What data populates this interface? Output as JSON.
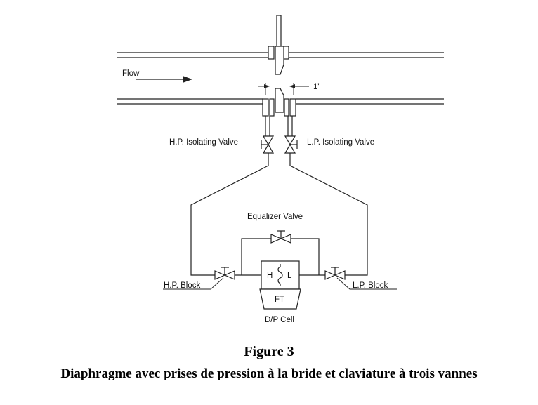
{
  "diagram": {
    "labels": {
      "flow": "Flow",
      "dimension": "1\"",
      "hp_isolating_valve": "H.P. Isolating Valve",
      "lp_isolating_valve": "L.P. Isolating Valve",
      "equalizer_valve": "Equalizer Valve",
      "hp_block": "H.P. Block",
      "lp_block": "L.P. Block",
      "cell_h": "H",
      "cell_l": "L",
      "cell_ft": "FT",
      "dp_cell": "D/P Cell"
    }
  },
  "caption": {
    "figure_number": "Figure 3",
    "title": "Diaphragme avec prises de pression à la bride et claviature à trois vannes"
  }
}
